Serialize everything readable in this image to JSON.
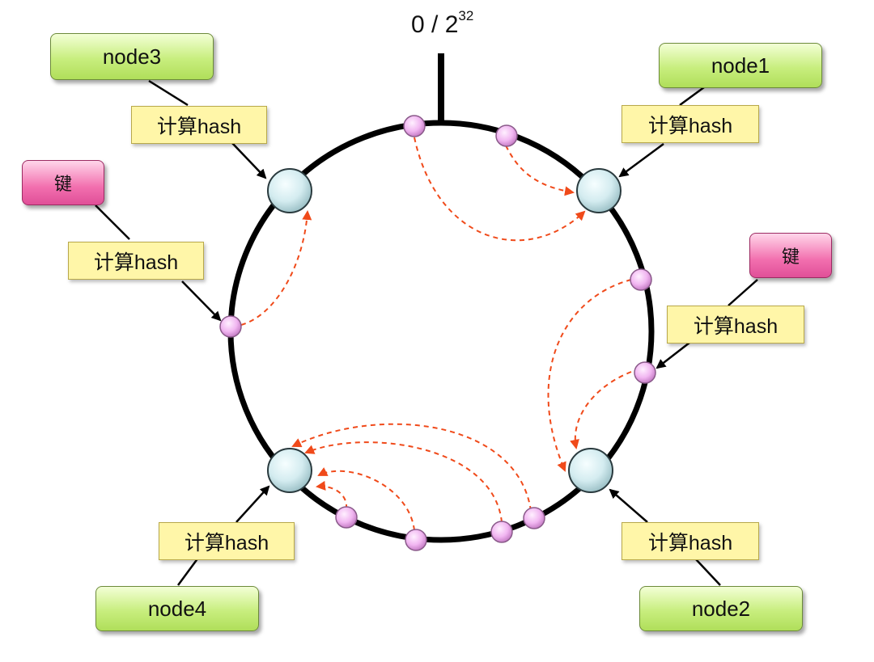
{
  "ring": {
    "origin_label_base": "0 / 2",
    "origin_label_exp": "32"
  },
  "nodes": [
    {
      "id": "node1",
      "label": "node1"
    },
    {
      "id": "node2",
      "label": "node2"
    },
    {
      "id": "node3",
      "label": "node3"
    },
    {
      "id": "node4",
      "label": "node4"
    }
  ],
  "hash_label": "计算hash",
  "key_label": "键",
  "colors": {
    "ring": "#000000",
    "node_fill": "#d8eef2",
    "key_point_fill": "#f3b8f3",
    "arrow_dashed": "#f04a1a",
    "node_box": "#c8ee7e",
    "hash_box": "#fff6a8",
    "key_box": "#f26fae"
  }
}
